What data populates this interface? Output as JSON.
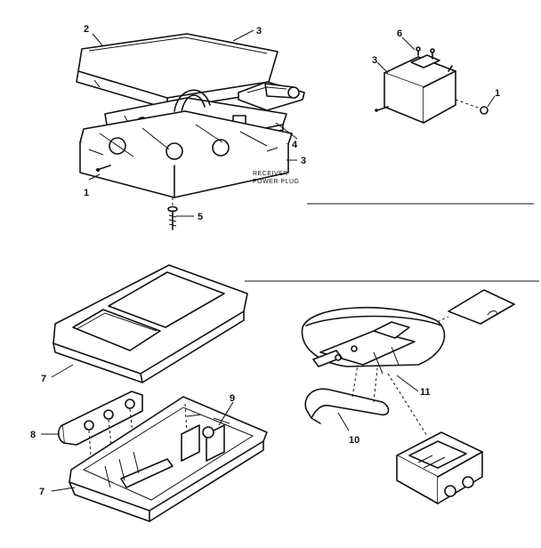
{
  "labels": {
    "l2": "2",
    "l3a": "3",
    "l3b": "3",
    "l3c": "3",
    "l4": "4",
    "l1a": "1",
    "l1b": "1",
    "l5": "5",
    "l6": "6",
    "l7a": "7",
    "l7b": "7",
    "l8": "8",
    "l9": "9",
    "l10": "10",
    "l11": "11"
  },
  "notes": {
    "receiver_line1": "RECEIVER",
    "receiver_line2": "POWER PLUG"
  }
}
